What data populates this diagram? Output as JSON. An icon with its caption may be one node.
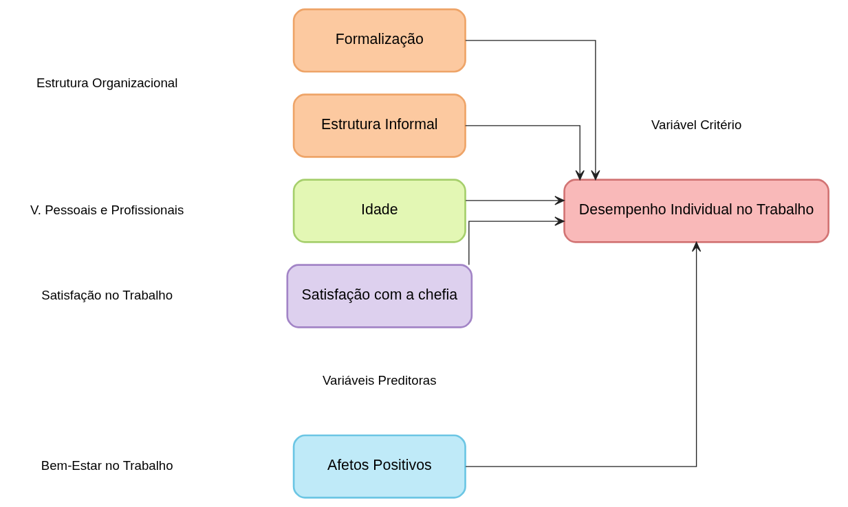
{
  "diagram": {
    "nodes": [
      {
        "text": [
          "Afetos Positivos"
        ]
      },
      {
        "text": [
          "Formalização"
        ]
      },
      {
        "text": [
          "Estrutura Informal"
        ]
      },
      {
        "text": [
          "Idade"
        ]
      },
      {
        "text": [
          "Satisfação com a chefia"
        ]
      },
      {
        "text": [
          "Desempenho Individual no Trabalho"
        ]
      }
    ],
    "edges": [
      {
        "from": 0,
        "to": 5,
        "arrow": "to"
      },
      {
        "from": 1,
        "to": 5,
        "arrow": "to"
      },
      {
        "from": 2,
        "to": 5,
        "arrow": "to"
      },
      {
        "from": 3,
        "to": 5,
        "arrow": "to"
      },
      {
        "from": 4,
        "to": 5,
        "arrow": "to"
      }
    ],
    "labels": [
      "Variáveis Preditoras",
      "Bem-Estar no Trabalho",
      "Variável Critério",
      "Estrutura Organizacional",
      "V. Pessoais e Profissionais",
      "Satisfação no Trabalho"
    ]
  }
}
